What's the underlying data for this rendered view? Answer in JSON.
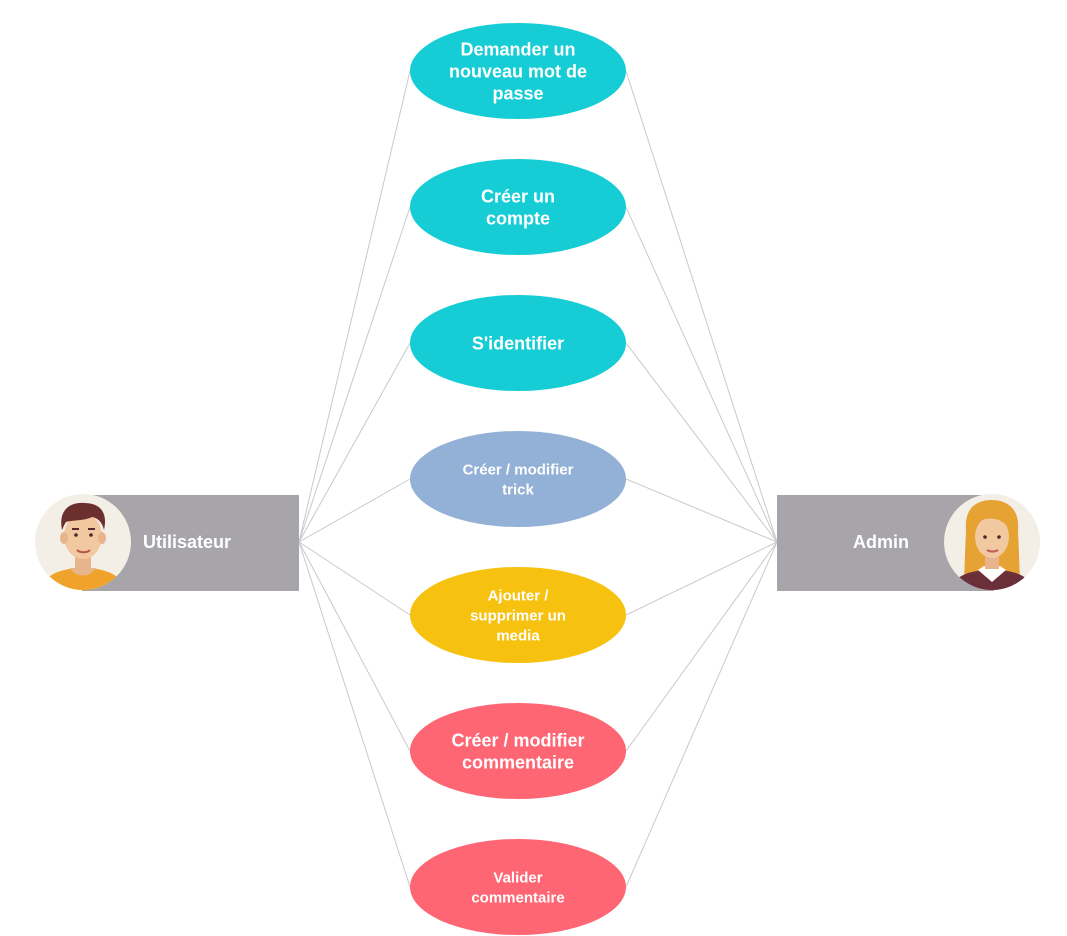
{
  "diagram": {
    "actors": {
      "user": {
        "label": "Utilisateur",
        "avatar": "male-avatar-icon"
      },
      "admin": {
        "label": "Admin",
        "avatar": "female-avatar-icon"
      }
    },
    "use_cases": [
      {
        "id": "new-password",
        "lines": [
          "Demander un",
          "nouveau mot de",
          "passe"
        ],
        "color": "#17CDD5"
      },
      {
        "id": "create-account",
        "lines": [
          "Créer un",
          "compte"
        ],
        "color": "#17CDD5"
      },
      {
        "id": "login",
        "lines": [
          "S'identifier"
        ],
        "color": "#17CDD5"
      },
      {
        "id": "edit-trick",
        "lines": [
          "Créer / modifier",
          "trick"
        ],
        "color": "#93B1D6"
      },
      {
        "id": "edit-media",
        "lines": [
          "Ajouter /",
          "supprimer un",
          "media"
        ],
        "color": "#F6C20F"
      },
      {
        "id": "edit-comment",
        "lines": [
          "Créer / modifier",
          "commentaire"
        ],
        "color": "#FF6674"
      },
      {
        "id": "validate-comment",
        "lines": [
          "Valider",
          "commentaire"
        ],
        "color": "#FF6674"
      }
    ],
    "colors": {
      "actor_box": "#A7A5AA",
      "connector": "#C9C9C9",
      "avatar_bg": "#F3EEE6"
    }
  }
}
